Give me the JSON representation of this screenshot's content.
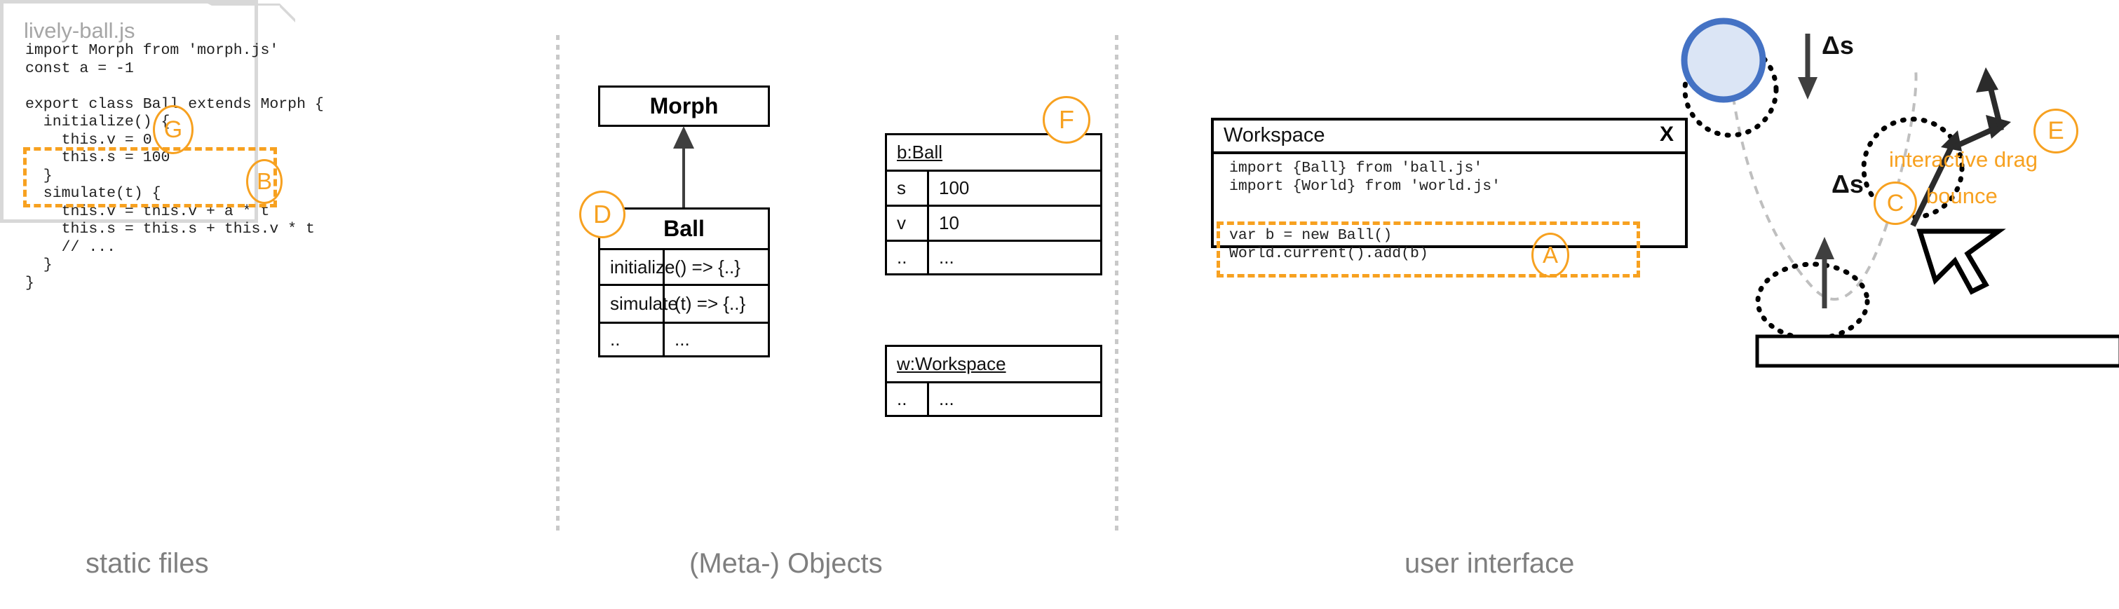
{
  "columns": [
    {
      "id": "static-files",
      "caption": "static files"
    },
    {
      "id": "meta-objects",
      "caption": "(Meta-) Objects"
    },
    {
      "id": "user-interface",
      "caption": "user interface"
    }
  ],
  "file_card": {
    "filename": "lively-ball.js",
    "code_lines": [
      "import Morph from 'morph.js'",
      "const a = -1",
      "",
      "export class Ball extends Morph {",
      "  initialize() {",
      "    this.v = 0",
      "    this.s = 100",
      "  }",
      "  simulate(t) {",
      "    this.v = this.v + a * t",
      "    this.s = this.s + this.v * t",
      "    // ...",
      "  }",
      "}"
    ]
  },
  "uml": {
    "superclass": {
      "name": "Morph"
    },
    "subclass": {
      "name": "Ball",
      "rows": [
        {
          "member": "initialize",
          "signature": "() => {..}"
        },
        {
          "member": "simulate",
          "signature": "(t) => {..}"
        },
        {
          "member": "..",
          "signature": "..."
        }
      ]
    }
  },
  "objects": [
    {
      "title": "b:Ball",
      "rows": [
        {
          "key": "s",
          "value": "100"
        },
        {
          "key": "v",
          "value": "10"
        },
        {
          "key": "..",
          "value": "..."
        }
      ]
    },
    {
      "title": "w:Workspace",
      "rows": [
        {
          "key": "..",
          "value": "..."
        }
      ]
    }
  ],
  "workspace": {
    "title": "Workspace",
    "close_label": "X",
    "imports": "import {Ball} from 'ball.js'\nimport {World} from 'world.js'",
    "statements": "var b = new Ball()\nWorld.current().add(b)"
  },
  "ui_scene": {
    "ball_fill": "#dbe5f5",
    "ball_stroke": "#4472c4",
    "delta_top_label": "Δs",
    "delta_bottom_label": "Δs",
    "drag_label": "interactive drag",
    "bounce_label": "bounce"
  },
  "markers": [
    {
      "id": "A",
      "label": "A"
    },
    {
      "id": "B",
      "label": "B"
    },
    {
      "id": "C",
      "label": "C"
    },
    {
      "id": "D",
      "label": "D"
    },
    {
      "id": "E",
      "label": "E"
    },
    {
      "id": "F",
      "label": "F"
    },
    {
      "id": "G",
      "label": "G"
    }
  ],
  "colors": {
    "accent_orange": "#f7a120",
    "caption_gray": "#7f7f7f",
    "ball_blue": "#4472c4"
  }
}
